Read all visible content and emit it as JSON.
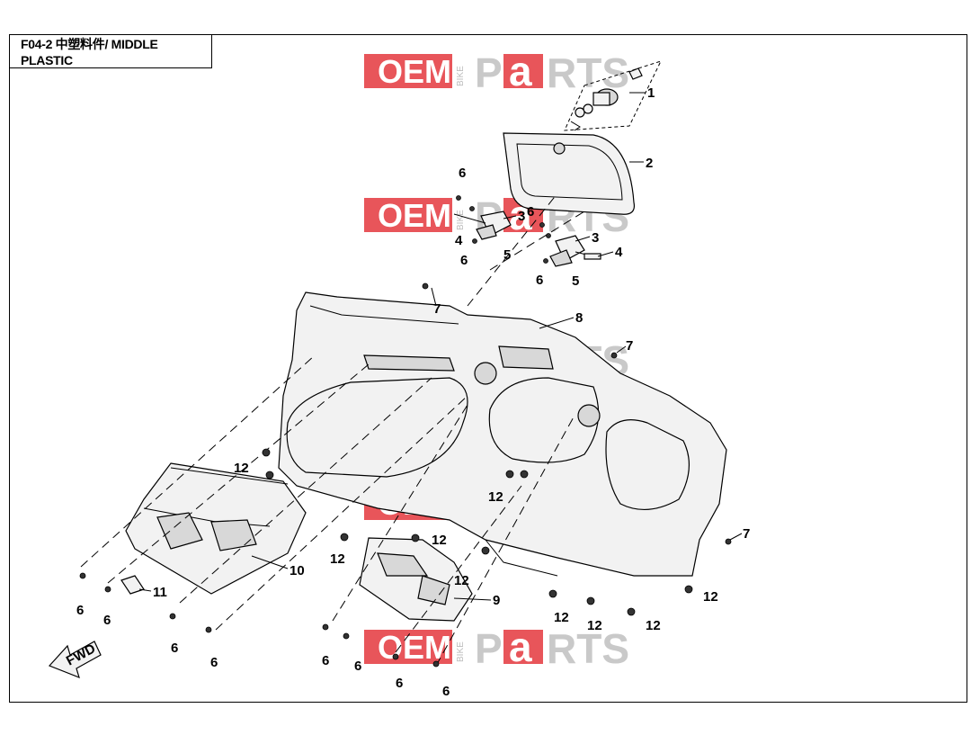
{
  "title": "F04-2 中塑料件/ MIDDLE PLASTIC",
  "watermark": {
    "oem": "OEM",
    "bike": "BIKE",
    "parts_p": "P",
    "parts_a": "a",
    "parts_rest": "RTS",
    "colors": {
      "red": "#e8555a",
      "gray": "#c9c9c9"
    }
  },
  "fwd_label": "FWD",
  "callouts": {
    "c1": "1",
    "c2": "2",
    "c3a": "3",
    "c3b": "3",
    "c4a": "4",
    "c4b": "4",
    "c5a": "5",
    "c5b": "5",
    "c6a": "6",
    "c6b": "6",
    "c6c": "6",
    "c6d": "6",
    "c6e": "6",
    "c6f": "6",
    "c6g": "6",
    "c6h": "6",
    "c6i": "6",
    "c6j": "6",
    "c6k": "6",
    "c7a": "7",
    "c7b": "7",
    "c7c": "7",
    "c8": "8",
    "c9": "9",
    "c10": "10",
    "c11": "11",
    "c12a": "12",
    "c12b": "12",
    "c12c": "12",
    "c12d": "12",
    "c12e": "12",
    "c12f": "12",
    "c12g": "12",
    "c12h": "12"
  }
}
